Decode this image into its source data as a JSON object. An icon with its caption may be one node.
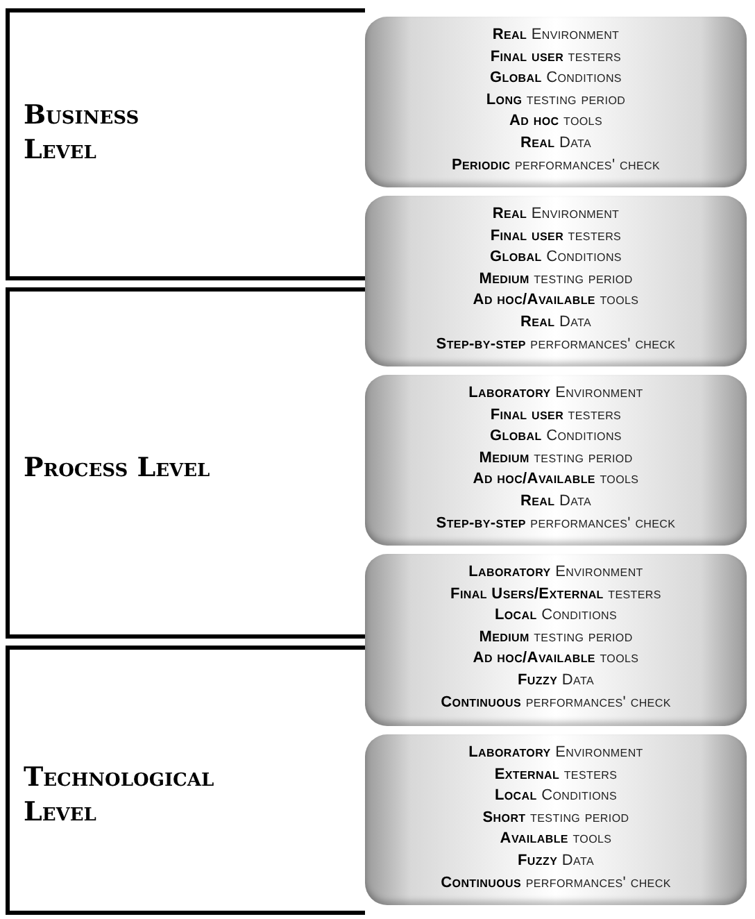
{
  "diagram": {
    "nodes": [
      {
        "text": [
          "Business Level"
        ]
      },
      {
        "text": [
          "**Real** Environment",
          "**Final user** testers",
          "**Global** Conditions",
          "**Long** testing period",
          "**Ad hoc** tools",
          "**Real** Data",
          "**Periodic** performances' check"
        ]
      },
      {
        "text": [
          "**Real** Environment",
          "**Final user** testers",
          "**Global** Conditions",
          "**Medium** testing period",
          "**Ad hoc/Available** tools",
          "**Real** Data",
          "**Step-by-step** performances' check"
        ]
      },
      {
        "text": [
          "Process Level"
        ]
      },
      {
        "text": [
          "**Laboratory** Environment",
          "**Final user** testers",
          "**Global** Conditions",
          "**Medium** testing period",
          "**Ad hoc/Available** tools",
          "**Real** Data",
          "**Step-by-step** performances' check"
        ]
      },
      {
        "text": [
          "**Laboratory** Environment",
          "**Final Users/External** testers",
          "**Local** Conditions",
          "**Medium** testing period",
          "**Ad hoc/Available** tools",
          "**Fuzzy** Data",
          "**Continuous** performances' check"
        ]
      },
      {
        "text": [
          "Technological Level"
        ]
      },
      {
        "text": [
          "**Laboratory** Environment",
          "**External** testers",
          "**Local** Conditions",
          "**Short** testing period",
          "**Available** tools",
          "**Fuzzy** Data",
          "**Continuous** performances' check"
        ]
      }
    ]
  }
}
